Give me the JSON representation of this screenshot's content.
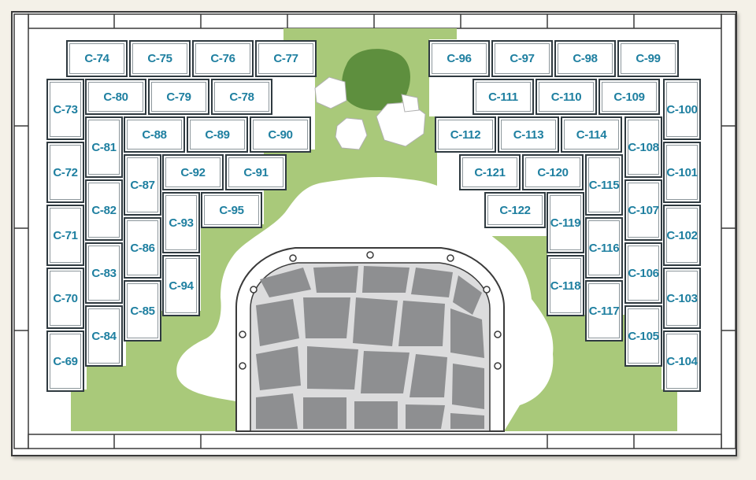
{
  "colors": {
    "lawn": "#a9c97a",
    "path_stone": "#8e8f91",
    "path_bg": "#c9cacc",
    "plot_label": "#1e7fa0",
    "shrub": "#5e8f3e",
    "background": "#f4f1e8"
  },
  "plots": [
    "C-74",
    "C-75",
    "C-76",
    "C-77",
    "C-96",
    "C-97",
    "C-98",
    "C-99",
    "C-73",
    "C-80",
    "C-79",
    "C-78",
    "C-111",
    "C-110",
    "C-109",
    "C-100",
    "C-81",
    "C-88",
    "C-89",
    "C-90",
    "C-112",
    "C-113",
    "C-114",
    "C-108",
    "C-72",
    "C-87",
    "C-92",
    "C-91",
    "C-121",
    "C-120",
    "C-115",
    "C-101",
    "C-82",
    "C-95",
    "C-122",
    "C-107",
    "C-71",
    "C-93",
    "C-119",
    "C-102",
    "C-86",
    "C-116",
    "C-83",
    "C-106",
    "C-70",
    "C-94",
    "C-118",
    "C-103",
    "C-85",
    "C-117",
    "C-84",
    "C-105",
    "C-69",
    "C-104"
  ]
}
